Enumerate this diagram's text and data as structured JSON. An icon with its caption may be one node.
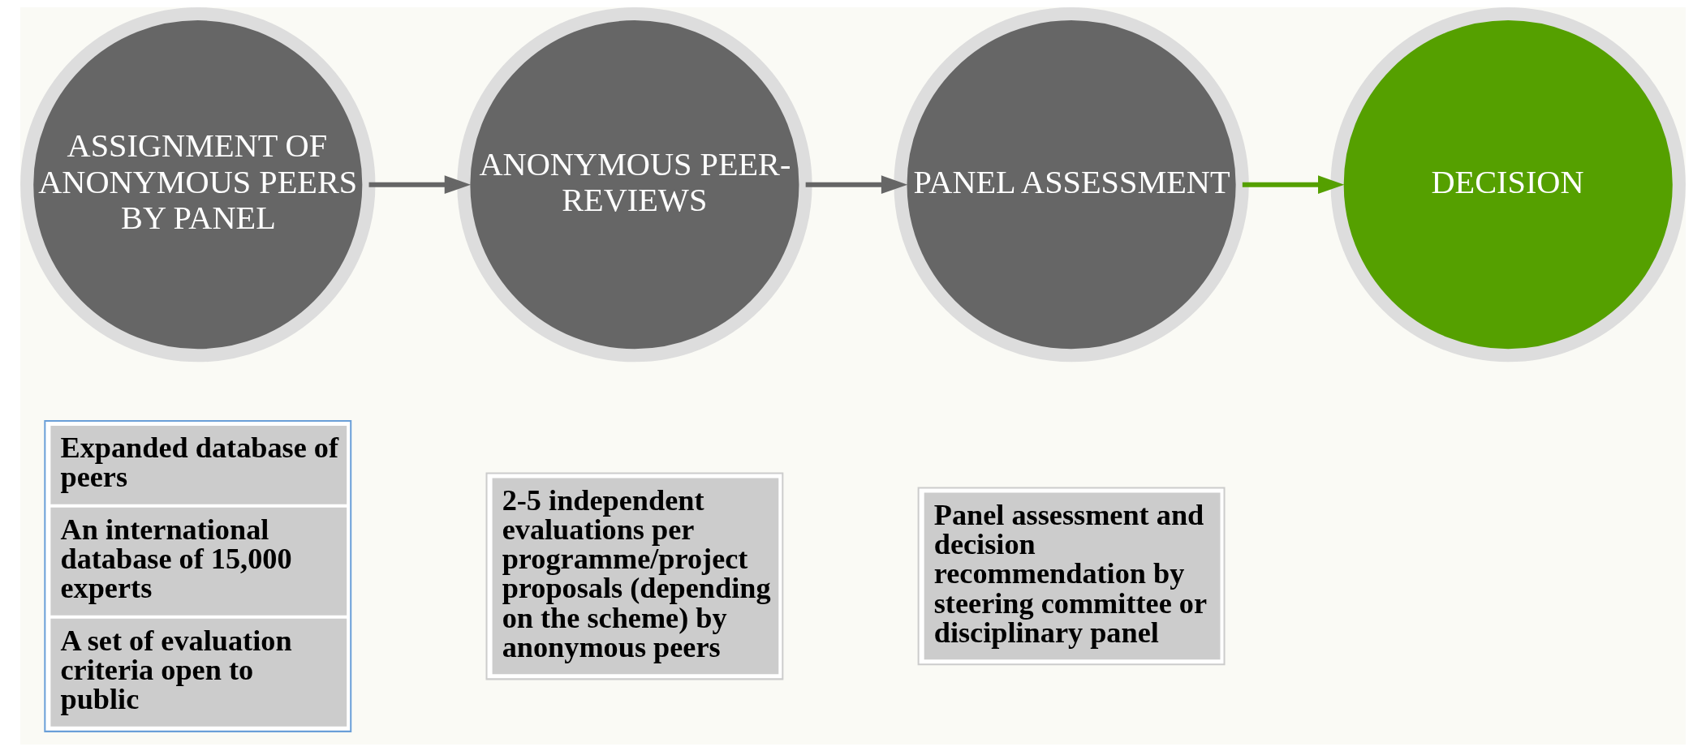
{
  "diagram": {
    "nodes": [
      {
        "text": [
          "ASSIGNMENT OF ANONYMOUS PEERS BY PANEL"
        ]
      },
      {
        "text": [
          "ANONYMOUS PEER-REVIEWS"
        ]
      },
      {
        "text": [
          "PANEL ASSESSMENT"
        ]
      },
      {
        "text": [
          "DECISION"
        ]
      },
      {
        "text": [
          "Expanded database of peers",
          "An international database of 15,000 experts",
          "A set of evaluation criteria open to public"
        ]
      },
      {
        "text": [
          "2-5 independent evaluations per programme/project proposals (depending on the scheme) by anonymous peers"
        ]
      },
      {
        "text": [
          "Panel assessment and decision recommendation by steering committee or disciplinary panel"
        ]
      }
    ],
    "edges": [
      {
        "from": 0,
        "to": 1,
        "arrow": "to"
      },
      {
        "from": 1,
        "to": 2,
        "arrow": "to"
      },
      {
        "from": 2,
        "to": 3,
        "arrow": "to",
        "color": "#55a000"
      }
    ]
  }
}
